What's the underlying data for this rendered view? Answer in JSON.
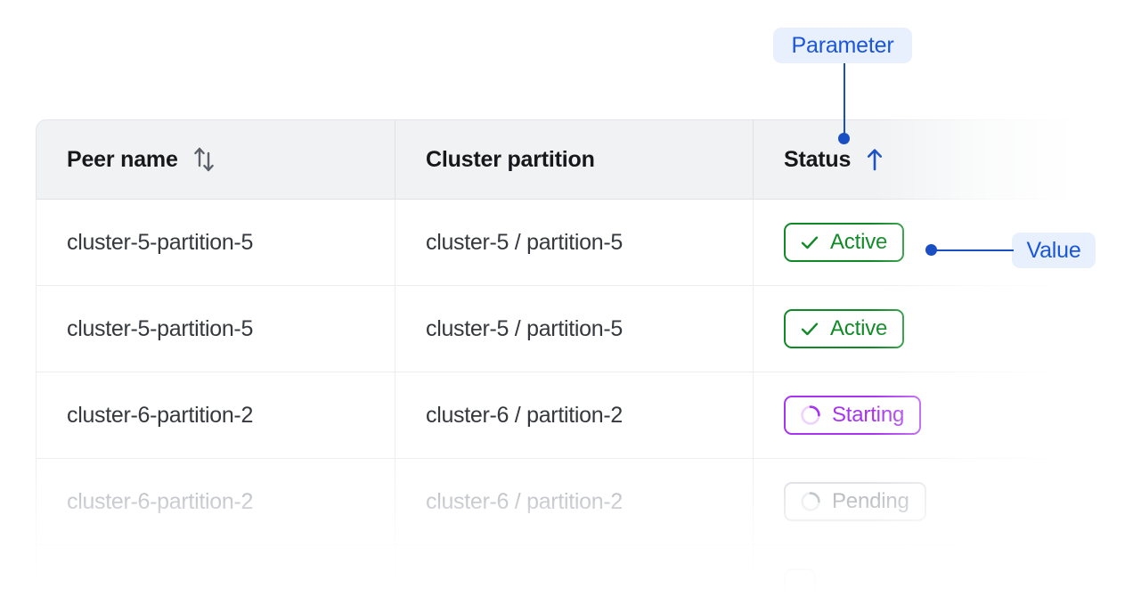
{
  "table": {
    "columns": [
      {
        "key": "peer_name",
        "label": "Peer name",
        "sort_icon": "sort-both-icon",
        "sorted": false
      },
      {
        "key": "cluster_partition",
        "label": "Cluster partition",
        "sort_icon": "none",
        "sorted": false
      },
      {
        "key": "status",
        "label": "Status",
        "sort_icon": "arrow-up-icon",
        "sorted": true
      }
    ],
    "rows": [
      {
        "peer_name": "cluster-5-partition-5",
        "cluster_partition": "cluster-5 / partition-5",
        "status": "Active",
        "status_variant": "active",
        "status_icon": "check-icon",
        "muted": false
      },
      {
        "peer_name": "cluster-5-partition-5",
        "cluster_partition": "cluster-5 / partition-5",
        "status": "Active",
        "status_variant": "active",
        "status_icon": "check-icon",
        "muted": false
      },
      {
        "peer_name": "cluster-6-partition-2",
        "cluster_partition": "cluster-6 / partition-2",
        "status": "Starting",
        "status_variant": "starting",
        "status_icon": "spinner-icon",
        "muted": false
      },
      {
        "peer_name": "cluster-6-partition-2",
        "cluster_partition": "cluster-6 / partition-2",
        "status": "Pending",
        "status_variant": "pending",
        "status_icon": "spinner-icon",
        "muted": true
      },
      {
        "peer_name": "",
        "cluster_partition": "",
        "status": "",
        "status_variant": "pending",
        "status_icon": "none",
        "muted": true
      }
    ]
  },
  "annotations": [
    {
      "id": "parameter",
      "label": "Parameter",
      "points_to": "status-column-header"
    },
    {
      "id": "value",
      "label": "Value",
      "points_to": "status-badge-row-1"
    }
  ],
  "colors": {
    "accent_blue": "#1a4fc4",
    "callout_bg": "#e8f0fe",
    "callout_text": "#1a56db",
    "status_active": "#108a27",
    "status_starting": "#a734f0",
    "status_pending": "#898d94",
    "header_bg": "#f1f2f4",
    "header_text": "#16181c",
    "cell_text": "#35383d",
    "cell_text_muted": "#9a9ea5",
    "border": "#ebedef",
    "page_bg": "#ffffff"
  }
}
